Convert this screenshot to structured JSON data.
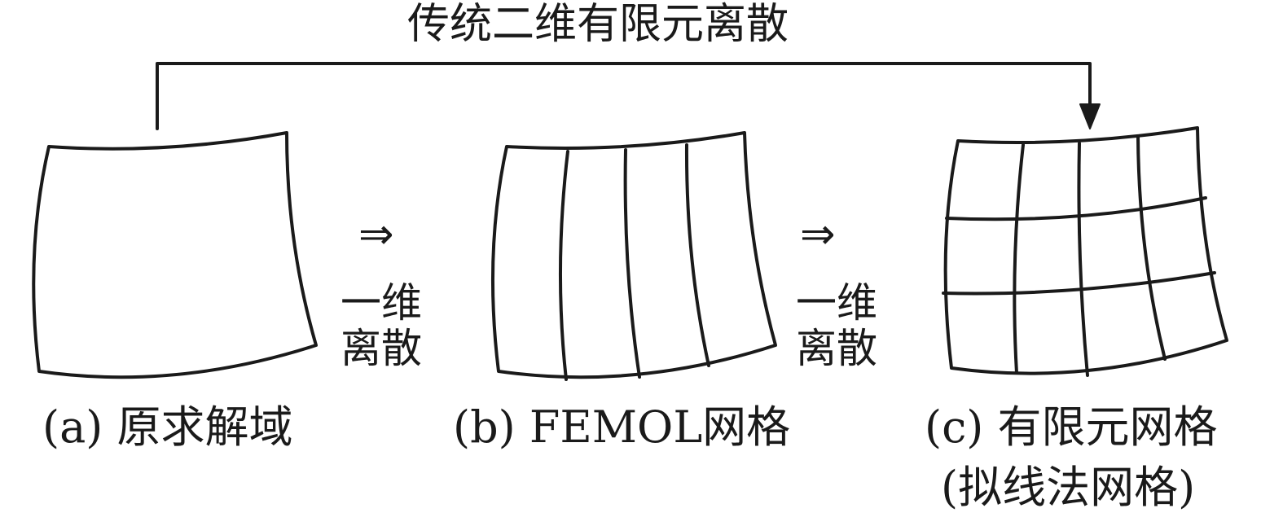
{
  "title": "传统二维有限元离散",
  "steps": [
    {
      "arrow": "⇒",
      "line1": "一维",
      "line2": "离散"
    },
    {
      "arrow": "⇒",
      "line1": "一维",
      "line2": "离散"
    }
  ],
  "captions": {
    "a": "(a) 原求解域",
    "b": "(b) FEMOL网格",
    "c_line1": "(c) 有限元网格",
    "c_line2": "(拟线法网格)"
  },
  "colors": {
    "stroke": "#1a1a1a",
    "background": "#ffffff"
  }
}
